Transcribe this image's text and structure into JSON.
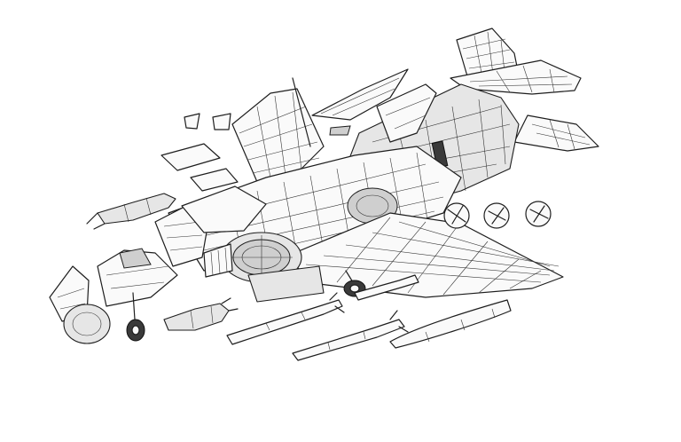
{
  "illustration": {
    "style": "monochrome line-art cutaway",
    "colors": {
      "ink": "#1e1e1e",
      "paper": "#ffffff",
      "shade": "#e6e6e6"
    },
    "parts": [
      "fin",
      "tailplane",
      "rear-fuselage",
      "centre-fuselage",
      "wing",
      "engine",
      "intake",
      "cockpit",
      "canopy",
      "radome",
      "nose-gear",
      "main-gear",
      "bomb",
      "missile",
      "drop-tank",
      "wing-fold-details"
    ]
  }
}
